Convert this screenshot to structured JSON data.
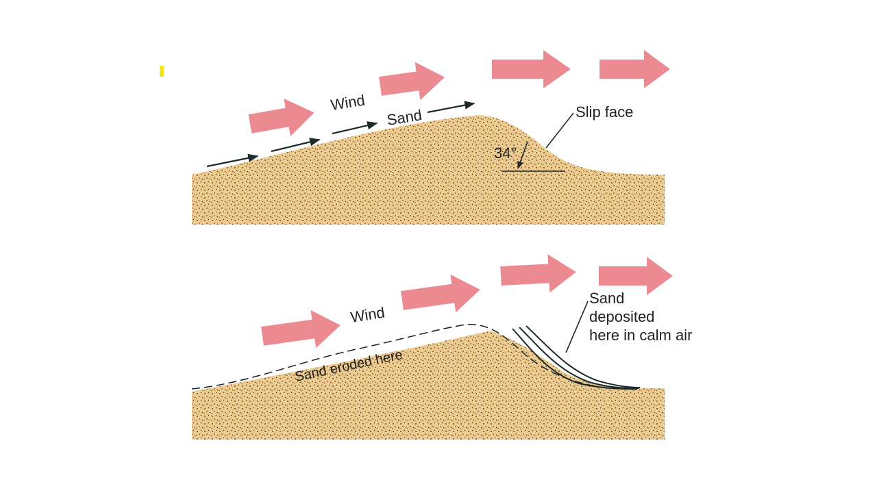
{
  "top_panel": {
    "wind_label": "Wind",
    "sand_label": "Sand",
    "slip_face_label": "Slip face",
    "angle_label": "34°"
  },
  "bottom_panel": {
    "wind_label": "Wind",
    "eroded_label": "Sand eroded here",
    "deposited_label": [
      "Sand",
      "deposited",
      "here in calm air"
    ]
  },
  "colors": {
    "sand": "#EDCB8E",
    "wind_arrow": "#EC8A92",
    "ink": "#1E2A2A",
    "marker": "#F7E21A"
  }
}
